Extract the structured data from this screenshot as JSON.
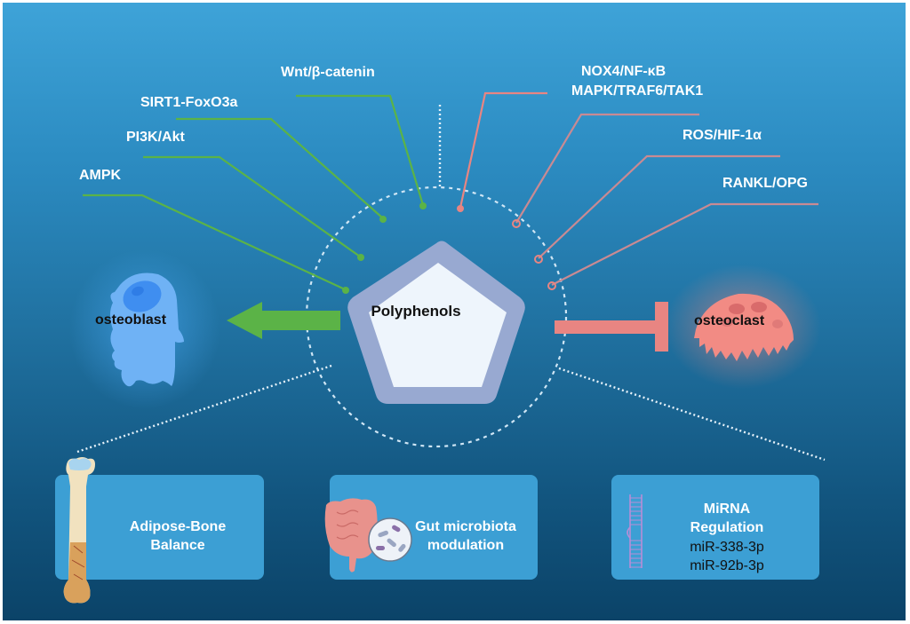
{
  "center": {
    "label": "Polyphenols"
  },
  "cells": {
    "osteoblast": "osteoblast",
    "osteoclast": "osteoclast"
  },
  "pathways_promote": [
    {
      "label": "Wnt/β-catenin"
    },
    {
      "label": "SIRT1-FoxO3a"
    },
    {
      "label": "PI3K/Akt"
    },
    {
      "label": "AMPK"
    }
  ],
  "pathways_inhibit": [
    {
      "label": "NOX4/NF-κB"
    },
    {
      "label": "MAPK/TRAF6/TAK1"
    },
    {
      "label": "ROS/HIF-1α"
    },
    {
      "label": "RANKL/OPG"
    }
  ],
  "mechanisms": [
    {
      "title": "Adipose-Bone\nBalance"
    },
    {
      "title": "Gut microbiota\nmodulation"
    },
    {
      "title": "MiRNA\nRegulation",
      "items": [
        "miR-338-3p",
        "miR-92b-3p"
      ]
    }
  ],
  "colors": {
    "promote": "#5bb347",
    "inhibit": "#e88582",
    "inhibit_line": "#c98a93",
    "pentagon_outer": "#98a9d1",
    "pentagon_inner": "#eef5fc",
    "osteoblast": "#6fb2f5",
    "osteoclast": "#f28b84",
    "box": "#3c9fd4"
  }
}
